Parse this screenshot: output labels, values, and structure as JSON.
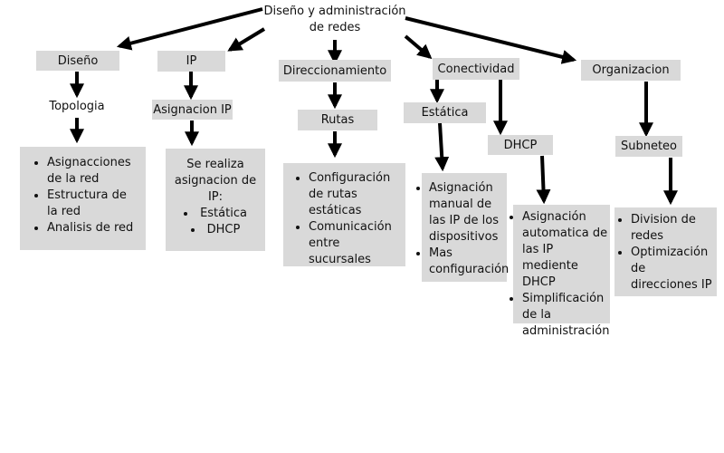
{
  "root": "Diseño y administración de redes",
  "branches": {
    "diseno": {
      "label": "Diseño",
      "sub": "Topologia",
      "items": [
        "Asignacciones de la red",
        "Estructura de la red",
        "Analisis de red"
      ]
    },
    "ip": {
      "label": "IP",
      "sub": "Asignacion IP",
      "text": "Se realiza asignacion de IP:",
      "items": [
        "Estática",
        "DHCP"
      ]
    },
    "direccionamiento": {
      "label": "Direccionamiento",
      "sub": "Rutas",
      "items": [
        "Configuración de rutas estáticas",
        "Comunicación entre sucursales"
      ]
    },
    "conectividad": {
      "label": "Conectividad",
      "estatica": {
        "label": "Estática",
        "items": [
          "Asignación manual de las IP de los dispositivos",
          "Mas configuración"
        ]
      },
      "dhcp": {
        "label": "DHCP",
        "items": [
          "Asignación automatica de las IP mediente DHCP",
          "Simplificación de la administración"
        ]
      }
    },
    "organizacion": {
      "label": "Organizacion",
      "sub": "Subneteo",
      "items": [
        "Division de redes",
        "Optimización de direcciones IP"
      ]
    }
  }
}
